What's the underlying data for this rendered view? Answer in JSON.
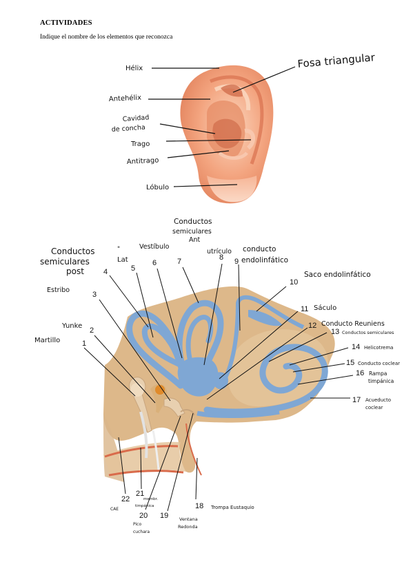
{
  "header": {
    "title": "ACTIVIDADES",
    "instruction": "Indique el nombre de los elementos que reconozca"
  },
  "ear_labels": [
    {
      "id": "helix",
      "text": "Hélix"
    },
    {
      "id": "fosa",
      "text": "Fosa triangular"
    },
    {
      "id": "antehelix",
      "text": "Antehélix"
    },
    {
      "id": "cavidad1",
      "text": "Cavidad"
    },
    {
      "id": "cavidad2",
      "text": "de concha"
    },
    {
      "id": "trago",
      "text": "Trago"
    },
    {
      "id": "antitrago",
      "text": "Antitrago"
    },
    {
      "id": "lobulo",
      "text": "Lóbulo"
    }
  ],
  "inner_ear": {
    "numbers": [
      "1",
      "2",
      "3",
      "4",
      "5",
      "6",
      "7",
      "8",
      "9",
      "10",
      "11",
      "12",
      "13",
      "14",
      "15",
      "16",
      "17",
      "18",
      "19",
      "20",
      "21",
      "22"
    ],
    "labels": {
      "martillo": "Martillo",
      "yunke": "Yunke",
      "estribo": "Estribo",
      "cs_post1": "Conductos",
      "cs_post2": "semiculares",
      "cs_post3": "post",
      "lat1": "\"",
      "lat2": "Lat",
      "vestibulo": "Vestíbulo",
      "cs_ant1": "Conductos",
      "cs_ant2": "semiculares",
      "cs_ant3": "Ant",
      "utriculo": "utrículo",
      "endolinf1": "conducto",
      "endolinf2": "endolinfático",
      "saco": "Saco endolinfático",
      "saculo": "Sáculo",
      "reuniens": "Conducto Reuniens",
      "semicirc": "Conductos semiculares",
      "helicotrema": "Helicotrema",
      "coclear": "Conducto coclear",
      "rampa1": "Rampa",
      "rampa2": "timpánica",
      "acueducto1": "Acueducto",
      "acueducto2": "coclear",
      "trompa": "Trompa Eustaquio",
      "ventana1": "Ventana",
      "ventana2": "Redonda",
      "pico1": "Pico",
      "pico2": "cuchara",
      "memb1": "membr.",
      "memb2": "timpánica",
      "cae": "CAE"
    }
  },
  "colors": {
    "bone": "#ddb88a",
    "bone_dark": "#c9a070",
    "canal_blue": "#7fa7d4",
    "canal_light": "#dde3ea",
    "skin": "#f1a27c",
    "skin_dark": "#d9714e",
    "skin_light": "#fad0b6",
    "ink": "#111111"
  }
}
